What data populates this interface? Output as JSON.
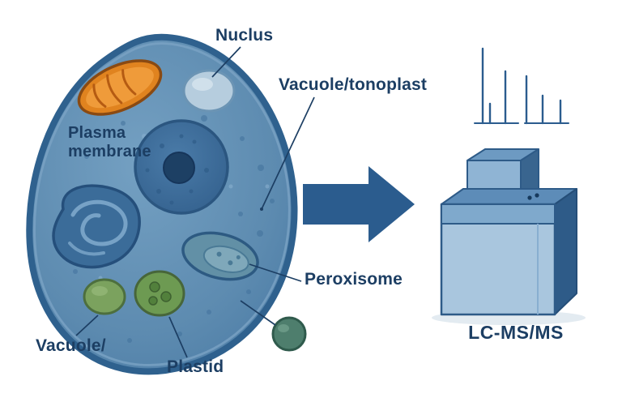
{
  "labels": {
    "nucleus": "Nuclus",
    "vacuole_tonoplast": "Vacuole/tonoplast",
    "plasma_membrane_line1": "Plasma",
    "plasma_membrane_line2": "membrane",
    "peroxisome": "Peroxisome",
    "vacuole": "Vacuole/",
    "plastid": "Plastid",
    "instrument": "LC-MS/MS"
  },
  "colors": {
    "background": "#ffffff",
    "label_text": "#1c3e63",
    "arrow": "#2b5c8e",
    "cell_fill": "#5d8bb0",
    "cell_outline": "#2f618e",
    "mitochondrion_orange": "#e0831f",
    "organelle_green": "#6d9a52",
    "instrument_front": "#a9c6de",
    "instrument_side": "#2e5b88"
  }
}
